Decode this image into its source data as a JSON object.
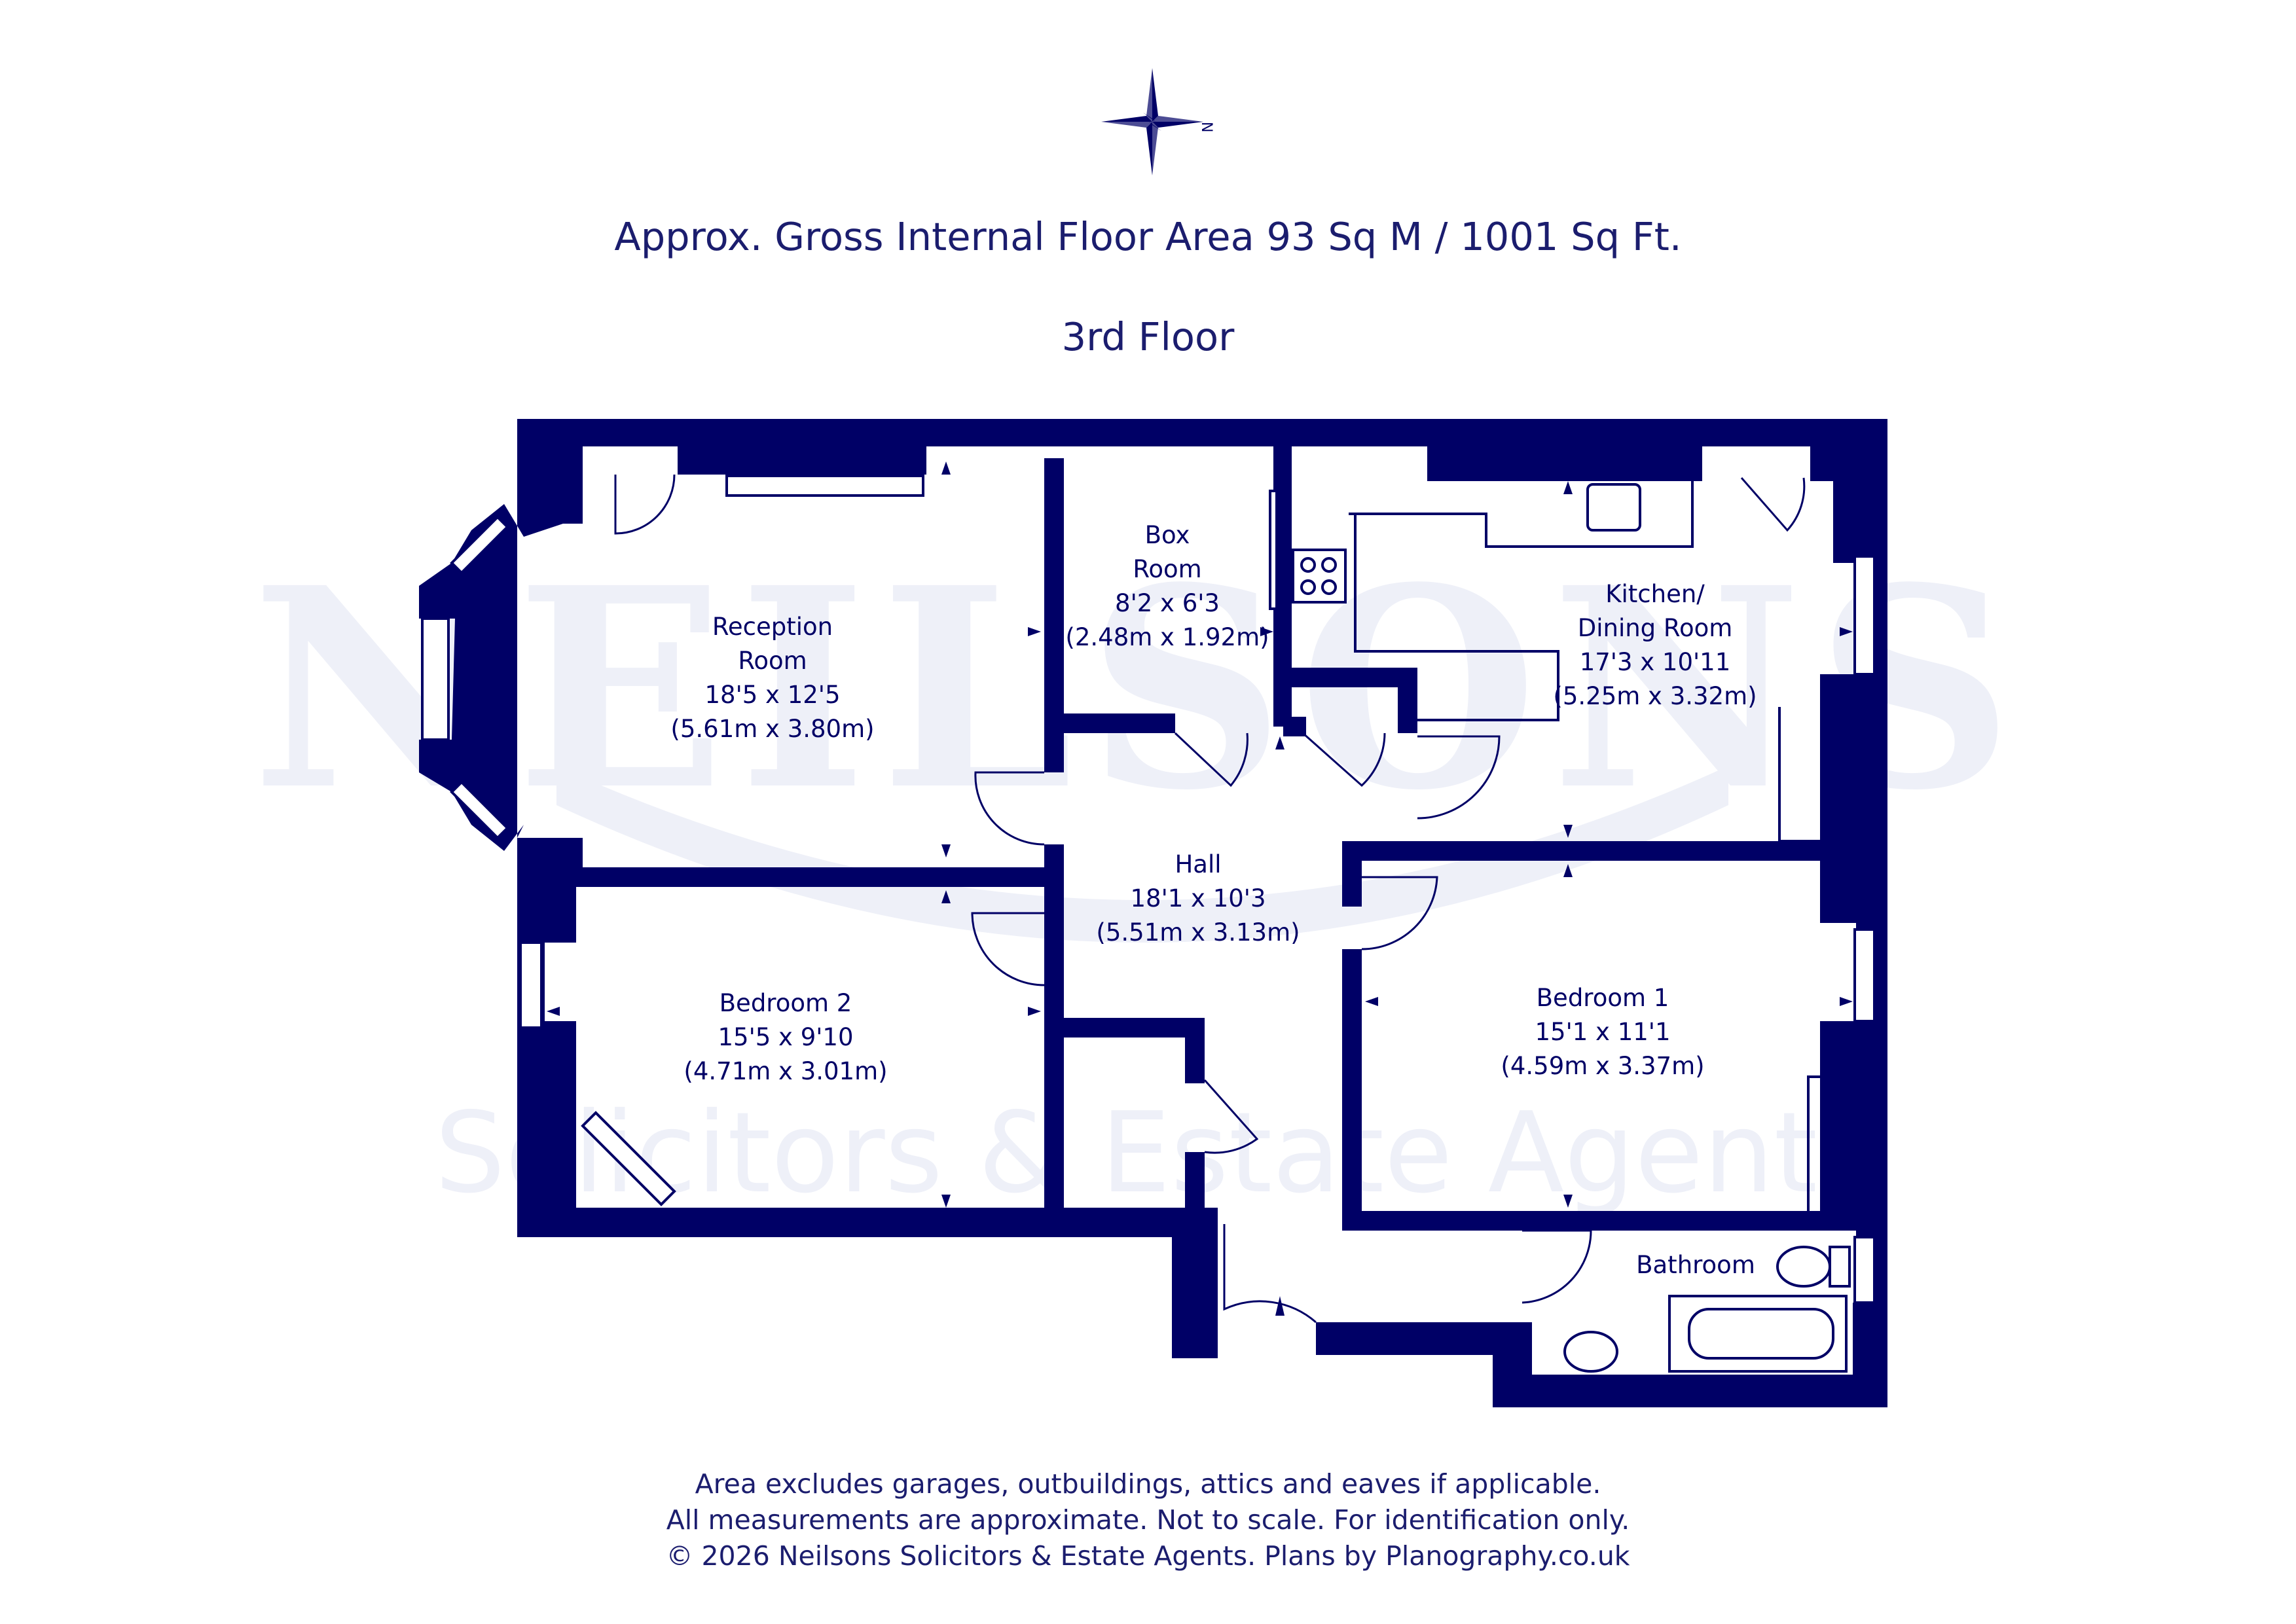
{
  "header": {
    "area_title": "Approx. Gross Internal Floor Area 93 Sq M / 1001 Sq Ft.",
    "floor_name": "3rd Floor"
  },
  "compass": {
    "icon": "compass-rose-icon",
    "north_letter": "N"
  },
  "watermark": {
    "brand": "NEILSONS",
    "tagline": "Solicitors & Estate Agent"
  },
  "rooms": {
    "reception": {
      "name_line1": "Reception",
      "name_line2": "Room",
      "imperial": "18'5 x 12'5",
      "metric": "(5.61m x 3.80m)"
    },
    "box_room": {
      "name_line1": "Box",
      "name_line2": "Room",
      "imperial": "8'2 x 6'3",
      "metric": "(2.48m x 1.92m)"
    },
    "kitchen": {
      "name_line1": "Kitchen/",
      "name_line2": "Dining Room",
      "imperial": "17'3 x 10'11",
      "metric": "(5.25m x 3.32m)"
    },
    "hall": {
      "name": "Hall",
      "imperial": "18'1 x 10'3",
      "metric": "(5.51m x 3.13m)"
    },
    "bedroom2": {
      "name": "Bedroom 2",
      "imperial": "15'5 x 9'10",
      "metric": "(4.71m x 3.01m)"
    },
    "bedroom1": {
      "name": "Bedroom 1",
      "imperial": "15'1 x 11'1",
      "metric": "(4.59m x 3.37m)"
    },
    "bathroom": {
      "name": "Bathroom"
    }
  },
  "footer": {
    "line1": "Area excludes garages, outbuildings, attics and eaves if applicable.",
    "line2": "All measurements are approximate. Not to scale. For identification only.",
    "line3": "© 2026 Neilsons Solicitors & Estate Agents. Plans by Planography.co.uk"
  },
  "colors": {
    "wall": "#000066",
    "text": "#1b1d6e",
    "watermark": "#eef0f8"
  }
}
